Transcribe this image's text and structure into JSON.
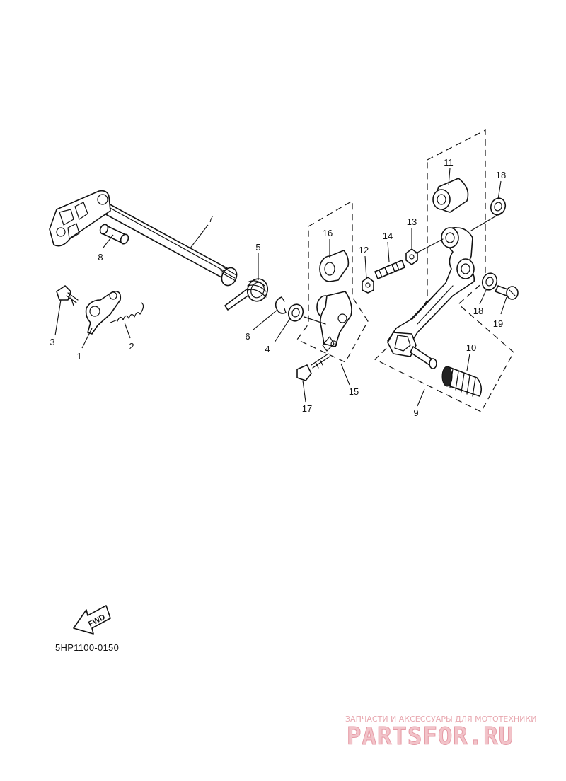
{
  "diagram": {
    "code": "5HP1100-0150",
    "fwd_label": "FWD",
    "watermark": {
      "tagline": "ЗАПЧАСТИ И АКСЕССУАРЫ ДЛЯ МОТОТЕХНИКИ",
      "brand": "PARTSFOR.RU"
    },
    "callouts": [
      {
        "id": "1",
        "label": "1"
      },
      {
        "id": "2",
        "label": "2"
      },
      {
        "id": "3",
        "label": "3"
      },
      {
        "id": "4",
        "label": "4"
      },
      {
        "id": "5",
        "label": "5"
      },
      {
        "id": "6",
        "label": "6"
      },
      {
        "id": "7",
        "label": "7"
      },
      {
        "id": "8",
        "label": "8"
      },
      {
        "id": "9",
        "label": "9"
      },
      {
        "id": "10",
        "label": "10"
      },
      {
        "id": "11",
        "label": "11"
      },
      {
        "id": "12",
        "label": "12"
      },
      {
        "id": "13",
        "label": "13"
      },
      {
        "id": "14",
        "label": "14"
      },
      {
        "id": "15",
        "label": "15"
      },
      {
        "id": "16",
        "label": "16"
      },
      {
        "id": "17",
        "label": "17"
      },
      {
        "id": "18a",
        "label": "18"
      },
      {
        "id": "18b",
        "label": "18"
      },
      {
        "id": "19",
        "label": "19"
      }
    ]
  }
}
